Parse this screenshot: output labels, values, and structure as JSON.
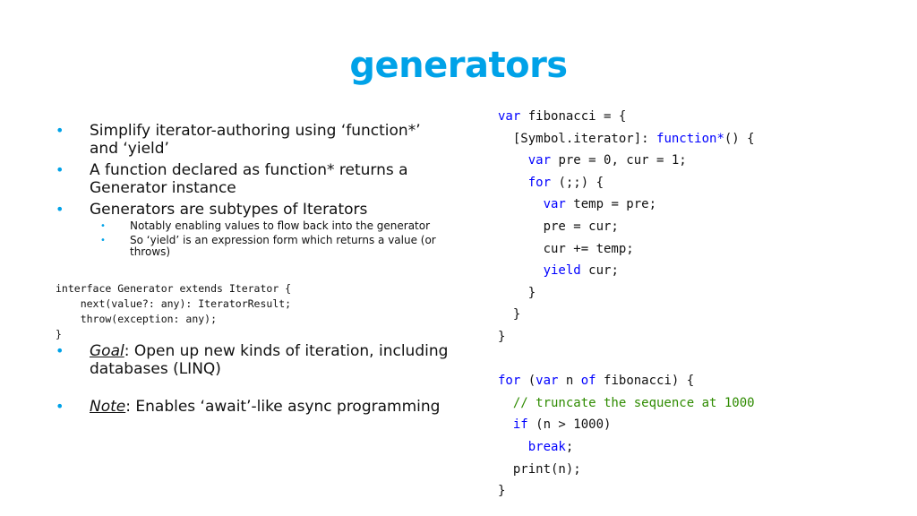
{
  "slide": {
    "title": "generators",
    "bullets": [
      "Simplify iterator-authoring using ‘function*’ and ‘yield’",
      "A function declared as function* returns a Generator instance",
      "Generators are subtypes of Iterators"
    ],
    "sub_bullets": [
      "Notably enabling values to flow back into the generator",
      "So ‘yield’ is an expression form which returns a value (or throws)"
    ],
    "interface_code": [
      "interface Generator extends Iterator {",
      "    next(value?: any): IteratorResult;",
      "    throw(exception: any);",
      "}"
    ],
    "goal": {
      "label": "Goal",
      "text": ": Open up new kinds of iteration, including databases (LINQ)"
    },
    "note": {
      "label": "Note",
      "text": ": Enables ‘await’-like async programming"
    },
    "code": [
      [
        {
          "t": "var",
          "c": "kw"
        },
        {
          "t": " fibonacci = {"
        }
      ],
      [
        {
          "t": "  [Symbol.iterator]: "
        },
        {
          "t": "function*",
          "c": "kw"
        },
        {
          "t": "() {"
        }
      ],
      [
        {
          "t": "    "
        },
        {
          "t": "var",
          "c": "kw"
        },
        {
          "t": " pre = 0, cur = 1;"
        }
      ],
      [
        {
          "t": "    "
        },
        {
          "t": "for",
          "c": "kw"
        },
        {
          "t": " (;;) {"
        }
      ],
      [
        {
          "t": "      "
        },
        {
          "t": "var",
          "c": "kw"
        },
        {
          "t": " temp = pre;"
        }
      ],
      [
        {
          "t": "      pre = cur;"
        }
      ],
      [
        {
          "t": "      cur += temp;"
        }
      ],
      [
        {
          "t": "      "
        },
        {
          "t": "yield",
          "c": "kw"
        },
        {
          "t": " cur;"
        }
      ],
      [
        {
          "t": "    }"
        }
      ],
      [
        {
          "t": "  }"
        }
      ],
      [
        {
          "t": "}"
        }
      ],
      [
        {
          "t": ""
        }
      ],
      [
        {
          "t": "for",
          "c": "kw"
        },
        {
          "t": " ("
        },
        {
          "t": "var",
          "c": "kw"
        },
        {
          "t": " n "
        },
        {
          "t": "of",
          "c": "kw"
        },
        {
          "t": " fibonacci) {"
        }
      ],
      [
        {
          "t": "  "
        },
        {
          "t": "// truncate the sequence at 1000",
          "c": "cm"
        }
      ],
      [
        {
          "t": "  "
        },
        {
          "t": "if",
          "c": "kw"
        },
        {
          "t": " (n > 1000)"
        }
      ],
      [
        {
          "t": "    "
        },
        {
          "t": "break",
          "c": "kw"
        },
        {
          "t": ";"
        }
      ],
      [
        {
          "t": "  print(n);"
        }
      ],
      [
        {
          "t": "}"
        }
      ]
    ],
    "colors": {
      "accent": "#00a2e8",
      "keyword": "#0000ff",
      "comment": "#2e8b00"
    }
  }
}
